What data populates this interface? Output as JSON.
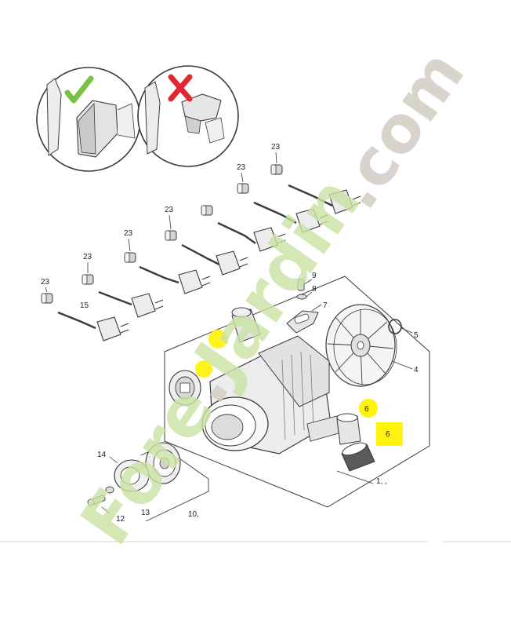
{
  "colors": {
    "line": "#3a3a3a",
    "part_fill": "#e9e9e9",
    "part_dark": "#9a9a9a",
    "check": "#7ac143",
    "cross": "#e3262f",
    "highlight": "#fff200",
    "watermark_green": "#c9e3a3",
    "watermark_gray": "#d2ccc2"
  },
  "icons": {
    "correct": "check-icon",
    "wrong": "cross-icon"
  },
  "watermark": {
    "left": "Fore",
    "dot": ".",
    "right": "Jardin",
    "tld": ".com"
  },
  "labels": {
    "plug_cap_1": "23",
    "plug_cap_2": "23",
    "plug_cap_3": "23",
    "plug_cap_4": "23",
    "plug_cap_5": "23",
    "plug_cap_6": "23",
    "power_cord": "15",
    "screw": "9",
    "washer": "8",
    "cable_clamp": "7",
    "circlip": "5",
    "fan": "4",
    "motor_highlight": "6",
    "bushing_highlight": "6",
    "motor_assembly": "1,  ,",
    "seal": "14",
    "screw_assembly": "13",
    "bolt": "12",
    "bearing_assembly": "10,"
  }
}
